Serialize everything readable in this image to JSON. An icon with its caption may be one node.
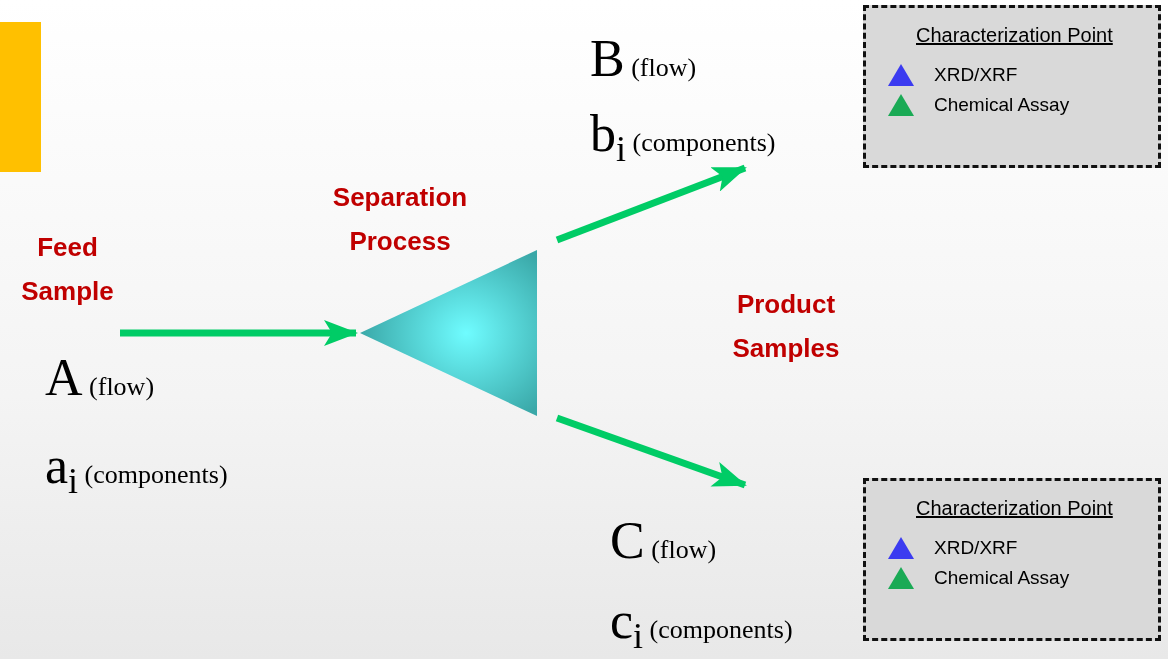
{
  "diagram": {
    "nodes": [
      {
        "text": [
          "Feed Sample"
        ],
        "beside": [
          "A (flow)",
          "a$_{i}$ (components)"
        ]
      },
      {
        "text": [
          "Separation Process"
        ]
      },
      {
        "text": [
          "B (flow)",
          "b$_{i}$ (components)"
        ]
      },
      {
        "text": [
          "C (flow)",
          "c$_{i}$ (components)"
        ]
      }
    ],
    "edges": [
      {
        "from": 0,
        "to": 1,
        "arrow": "to"
      },
      {
        "from": 1,
        "to": 2,
        "arrow": "to"
      },
      {
        "from": 1,
        "to": 3,
        "arrow": "to"
      }
    ],
    "labels": [
      "Characterization Point",
      "Product Samples",
      "Characterization Point"
    ],
    "legend": [
      {
        "text": "XRD/XRF",
        "color": "#3b3bf0"
      },
      {
        "text": "Chemical Assay",
        "color": "#1aaa55"
      },
      {
        "text": "XRD/XRF",
        "color": "#3b3bf0"
      },
      {
        "text": "Chemical Assay",
        "color": "#1aaa55"
      }
    ]
  }
}
